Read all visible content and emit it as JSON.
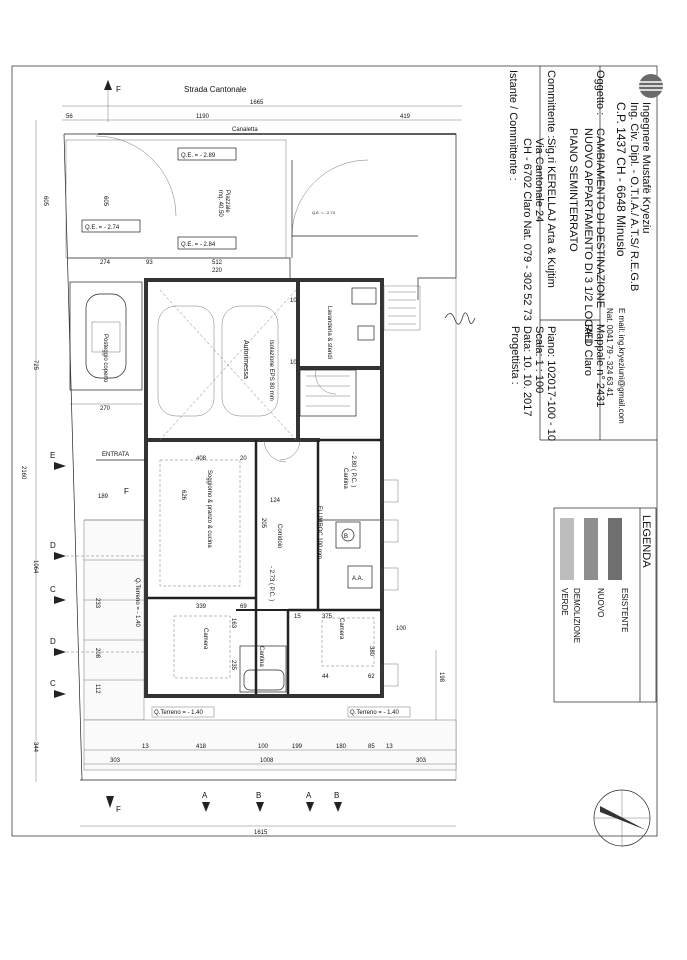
{
  "street": "Strada Cantonale",
  "canal": "Canaletta",
  "header": {
    "line1": "Ingegnere  Mustafë Kryeziu",
    "line2": "Ing. Civ. Dipl. - O.T.I.A./ A.T.S/ R.E.G.B",
    "line3": "C.P. 1437     CH - 6648  Minusio",
    "contact": "Nat. 0041  79 - 324 63 41",
    "email": "E mail: ing.kryeziuni@gmail.com"
  },
  "project": {
    "oggetto_label": "Oggetto :",
    "oggetto_1": "CAMBIAMENTO DI DESTINAZIONE",
    "oggetto_2": "NUOVO APPARTAMENTO DI 3 1/2 LOCALI",
    "mappale": "Mappale n° 2431",
    "rfd": "RFD Claro",
    "plan_title": "PIANO  SEMINTERRATO",
    "committente_label": "Committente :",
    "committente_1": "Sig.ri KERELLAJ   Arta  &  Kujtim",
    "committente_2": "Via Cantonale 24",
    "committente_3": "CH - 6702 Claro  Nat.  079 - 302 52 73",
    "piano": "Piano:  102017-100 - 10",
    "scala": "Scala:  1 : 100",
    "data": "Data:  10. 10. 2017",
    "progettista": "Progettista :",
    "istante": "Istante / Committente :"
  },
  "legend": {
    "title": "LEGENDA",
    "items": [
      {
        "label": "ESISTENTE",
        "color": "#6f6f6f"
      },
      {
        "label": "NUOVO",
        "color": "#8e8e8e"
      },
      {
        "label": "DEMOLIZIONE",
        "color": "#bdbdbd"
      },
      {
        "label": "VERDE",
        "color": "#7a7a7a"
      }
    ]
  },
  "levels": {
    "qe_289": "Q.E. = - 2.89",
    "qe_274": "Q.E. = - 2.74",
    "qe_284": "Q.E. = - 2.84",
    "qterreno_140_left": "Q.Terreno = - 1.40",
    "qterreno_140_mid": "Q.Terreno = - 1.40",
    "qterreno_140_right": "Q.Terreno = - 1.40",
    "level_280": "- 2.80 ( P.C. )",
    "level_273": "- 2.73 ( P.C. )",
    "level_274_small": "Q.E. = - 2.74"
  },
  "rooms": {
    "piazzale": "Piazzale",
    "piazzale_area": "mq. 40.50",
    "posteggio": "Posteggio coperto",
    "autorimessa": "Autorimessa",
    "lavanderia": "Lavanderia  &  stendi",
    "cantina_1": "Cantina",
    "cantina_2": "Cantina",
    "soggiorno": "Soggiorno & pranzo & cucina",
    "corridoio": "Corridoio",
    "camera_1": "Camera",
    "camera_2": "Camera",
    "isolazione": "Isolazione EPS 80 mm",
    "flumroc": "FLUMROC 100 mm",
    "entrata": "ENTRATA",
    "aa": "A.A.",
    "bagno": "B"
  },
  "dims": {
    "top_1665": "1665",
    "top_56": "56",
    "top_1190": "1190",
    "top_419": "419",
    "d_605": "605",
    "d_274": "274",
    "d_93": "93",
    "d_512": "512",
    "d_220": "220",
    "d_270": "270",
    "d_10": "10",
    "d_408": "408",
    "d_20": "20",
    "d_626": "626",
    "d_124": "124",
    "d_205": "205",
    "d_339": "339",
    "d_69": "69",
    "d_163": "163",
    "d_375": "375",
    "d_15": "15",
    "d_235": "235",
    "d_380": "380",
    "d_44": "44",
    "d_62": "62",
    "d_100": "100",
    "d_198": "198",
    "d_725": "725",
    "d_2160": "2160",
    "d_1064": "1064",
    "d_233": "233",
    "d_208": "208",
    "d_112": "112",
    "d_344": "344",
    "d_189": "189",
    "b_13a": "13",
    "b_418": "418",
    "b_100a": "100",
    "b_199": "199",
    "b_180": "180",
    "b_85": "85",
    "b_13b": "13",
    "b_303a": "303",
    "b_1008": "1008",
    "b_303b": "303",
    "b_1615": "1615"
  },
  "sections": {
    "a": "A",
    "b": "B",
    "c": "C",
    "d": "D",
    "e": "E",
    "f": "F"
  }
}
